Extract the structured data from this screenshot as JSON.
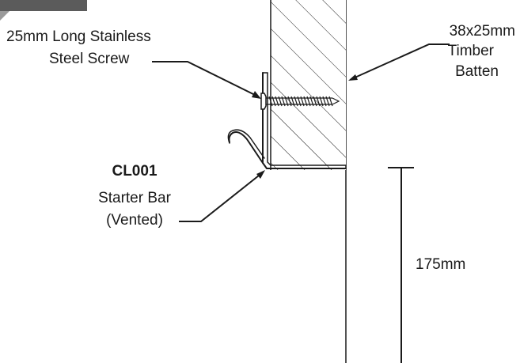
{
  "labels": {
    "screw_line1": "25mm Long Stainless",
    "screw_line2": "Steel Screw",
    "batten_line1": "38x25mm",
    "batten_line2": "Timber",
    "batten_line3": "Batten",
    "starter_code": "CL001",
    "starter_line2": "Starter Bar",
    "starter_line3": "(Vented)",
    "dimension": "175mm"
  },
  "colors": {
    "line": "#1a1a1a",
    "batten_fill": "#ffffff",
    "tab": "#5b5b5b",
    "tab_shadow": "#9a9a9a"
  }
}
